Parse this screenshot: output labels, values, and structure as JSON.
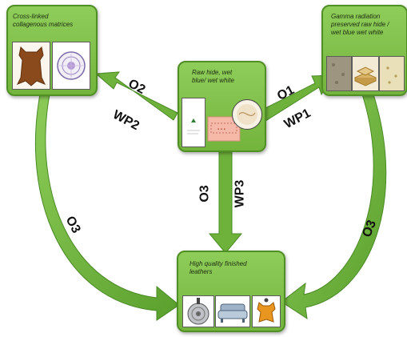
{
  "nodes": {
    "crosslinked": {
      "title": "Cross-linked\ncollagenous matrices"
    },
    "raw_hide": {
      "title": "Raw hide, wet\nblue/ wet white"
    },
    "gamma": {
      "title": "Gamma radiation\npreserved raw hide /\nwet blue wet white"
    },
    "finished": {
      "title": "High quality finished\nleathers"
    }
  },
  "arrows": {
    "raw_to_gamma": {
      "objective": "O1",
      "work_package": "WP1"
    },
    "raw_to_crosslinked": {
      "objective": "O2",
      "work_package": "WP2"
    },
    "raw_to_finished": {
      "objective": "O3",
      "work_package": "WP3"
    },
    "crosslinked_to_finished": {
      "objective": "O3"
    },
    "gamma_to_finished": {
      "objective": "O3"
    }
  },
  "colors": {
    "box_fill": "#7dbf45",
    "box_border": "#4f8f24",
    "arrow": "#6fb23b",
    "arrow_edge": "#4a8a25",
    "label": "#111111"
  },
  "icons": {
    "crosslinked": [
      "leather-hide-icon",
      "collagen-matrix-icon"
    ],
    "raw_hide": [
      "specimen-sheet-icon",
      "hide-sample-icon",
      "microscope-view-icon"
    ],
    "gamma": [
      "irradiated-hide-icon",
      "leather-stack-icon",
      "texture-sample-icon"
    ],
    "finished": [
      "leather-roll-icon",
      "leather-sofa-icon",
      "leather-garment-icon"
    ]
  }
}
